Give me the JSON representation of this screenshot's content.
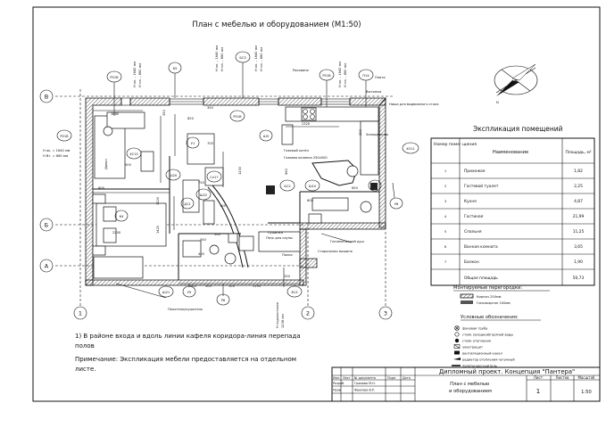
{
  "plan": {
    "title": "План с мебелью и оборудованием (М1:50)",
    "axes_letters": [
      "В",
      "Б",
      "А"
    ],
    "axes_numbers": [
      "1",
      "2",
      "3"
    ],
    "room_labels": [
      "Диван",
      "Полка",
      "Сушилка",
      "Печь для сауны",
      "Газовая колонка 250х500",
      "Газовый котёл",
      "Ниша для выдвижного стола",
      "Холодильник",
      "Вытяжка",
      "Раковина",
      "Плита",
      "Гигиенический душ",
      "Стиральная машина",
      "Полотенцесушитель"
    ],
    "tags": [
      "Р01В",
      "К5",
      "БС3",
      "Р01В",
      "П14",
      "Р01В",
      "Р01В",
      "У1",
      "ХС15",
      "Ш20",
      "Сл17",
      "БС2",
      "ШЗ",
      "ХО11",
      "Р1",
      "Ш10",
      "Д11",
      "Ш22",
      "К4",
      "Ш21",
      "У9",
      "Р6",
      "В13",
      "У8"
    ],
    "heights": [
      "Н ок. – 1640 мм",
      "Н пл. – 860 мм",
      "Н ок. = 1640 мм",
      "Н Вт. = 860 мм",
      "Н подоконника",
      "1238 мм"
    ],
    "dims": [
      "1880",
      "700",
      "500",
      "2200",
      "600",
      "1420",
      "1200",
      "2320",
      "600",
      "500",
      "650",
      "540",
      "500",
      "1193",
      "150",
      "750",
      "400",
      "100",
      "560",
      "700",
      "350",
      "820",
      "350",
      "400",
      "1120",
      "200"
    ]
  },
  "explication": {
    "title": "Экспликация помещений",
    "headers": [
      "Номер поме- щения",
      "Наименование",
      "Площадь, м²"
    ],
    "rows": [
      [
        "1",
        "Прихожая",
        "1,82"
      ],
      [
        "2",
        "Гостевой туалет",
        "2,25"
      ],
      [
        "3",
        "Кухня",
        "4,87"
      ],
      [
        "4",
        "Гостиная",
        "21,99"
      ],
      [
        "5",
        "Спальня",
        "11,25"
      ],
      [
        "6",
        "Ванная комната",
        "3,65"
      ],
      [
        "7",
        "Балкон",
        "1,90"
      ]
    ],
    "total_label": "Общая площадь",
    "total_value": "50,73"
  },
  "partitions": {
    "title": "Монтируемые перегородки:",
    "items": [
      "Кирпич 250мм",
      "Гипсокартон 100мм"
    ]
  },
  "legend": {
    "title": "Условные обозначения:",
    "items": [
      "фоновая труба",
      "стояк холодной/горячей воды",
      "стояк отопления",
      "электрощит",
      "вентиляционный канал",
      "радиатор отопления чугунный",
      "полотенцесушитель"
    ]
  },
  "notes": {
    "note1": "1) В районе входа и вдоль линии кафеля коридора-линия перепада полов",
    "note2": "Примечание: Экспликация мебели предоставляется на отдельном листе."
  },
  "stamp": {
    "project": "Дипломный проект. Концепция \"Пантера\"",
    "col_headers": [
      "Изм.",
      "Лист",
      "№ документа",
      "Подп.",
      "Дата"
    ],
    "role1": "Разраб.",
    "name1": "Громова М.Н.",
    "role2": "Пров.",
    "name2": "Фролова В.Р.",
    "sheet_title": "План с мебелью и оборудованием",
    "headers_right": [
      "Лист",
      "Листов",
      "Масштаб"
    ],
    "sheet_no": "1",
    "scale": "1:50"
  }
}
